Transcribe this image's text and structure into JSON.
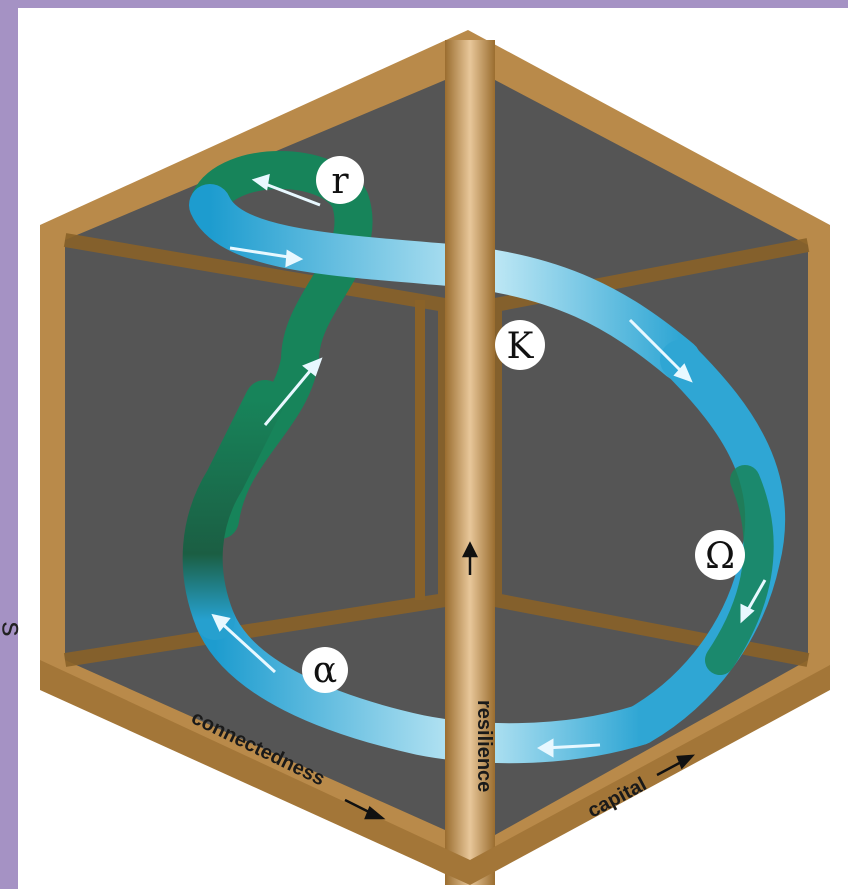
{
  "diagram": {
    "phases": {
      "r": "r",
      "K": "K",
      "omega": "Ω",
      "alpha": "α"
    },
    "axes": {
      "vertical": "resilience",
      "left": "connectedness",
      "right": "capital"
    },
    "edge_fragment": "s"
  },
  "colors": {
    "border": "#a592c4",
    "frame": "#b98a4a",
    "frame_light": "#e8c79a",
    "panel": "#545454",
    "loop_green": "#1a8a5e",
    "loop_blue": "#2fa6d4"
  }
}
